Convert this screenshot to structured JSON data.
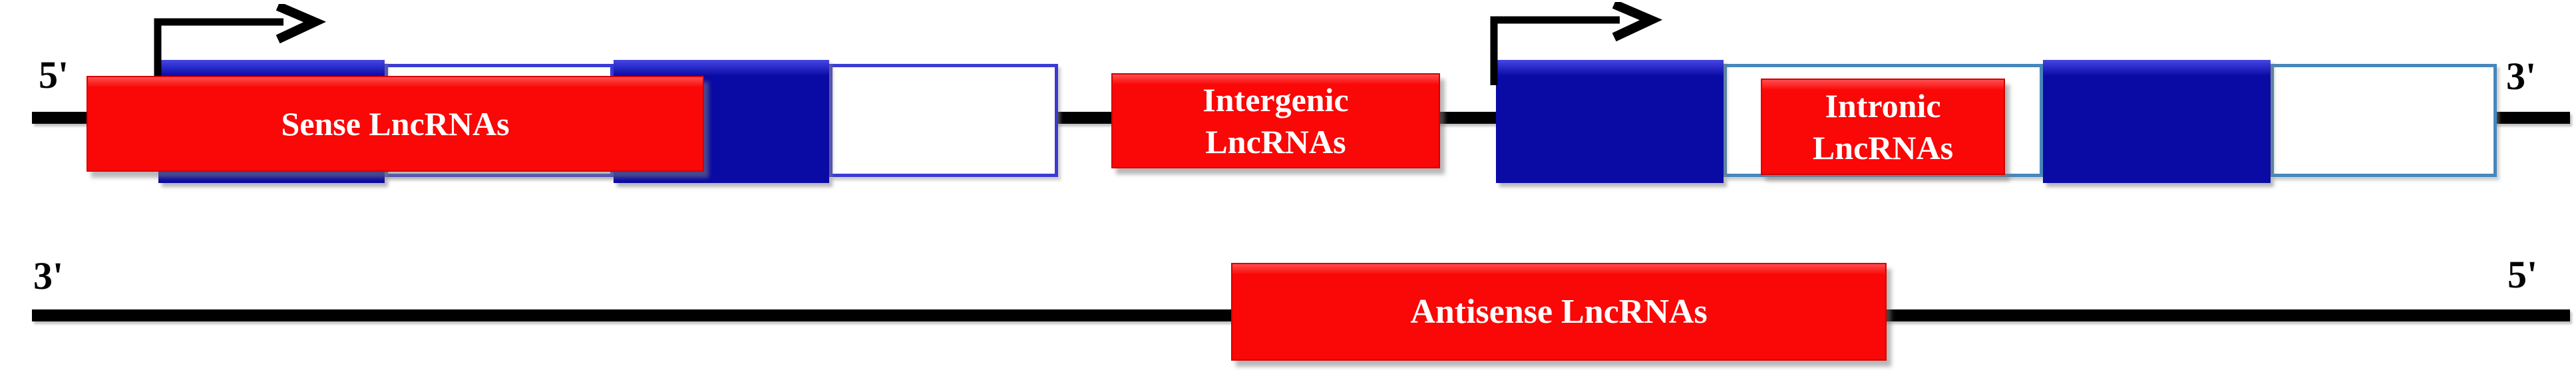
{
  "diagram": {
    "title_semantic": "LncRNA classification relative to gene structure",
    "top_strand": {
      "left_end_label": "5'",
      "right_end_label": "3'"
    },
    "bottom_strand": {
      "left_end_label": "3'",
      "right_end_label": "5'"
    },
    "labels": {
      "sense": "Sense LncRNAs",
      "intergenic": {
        "line1": "Intergenic",
        "line2": "LncRNAs"
      },
      "intronic": {
        "line1": "Intronic",
        "line2": "LncRNAs"
      },
      "antisense": "Antisense LncRNAs"
    },
    "icons": {
      "transcription_start": "bent-arrow-right"
    },
    "colors": {
      "strand_black": "#000000",
      "exon_fill": "#0a0aa4",
      "exon_highlight": "#4646e6",
      "gene1_border": "#3b3bd4",
      "gene2_border": "#4787bc",
      "lncrna_red": "#fa0707",
      "lncrna_red_dark": "#d40000",
      "text_white": "#ffffff"
    }
  }
}
